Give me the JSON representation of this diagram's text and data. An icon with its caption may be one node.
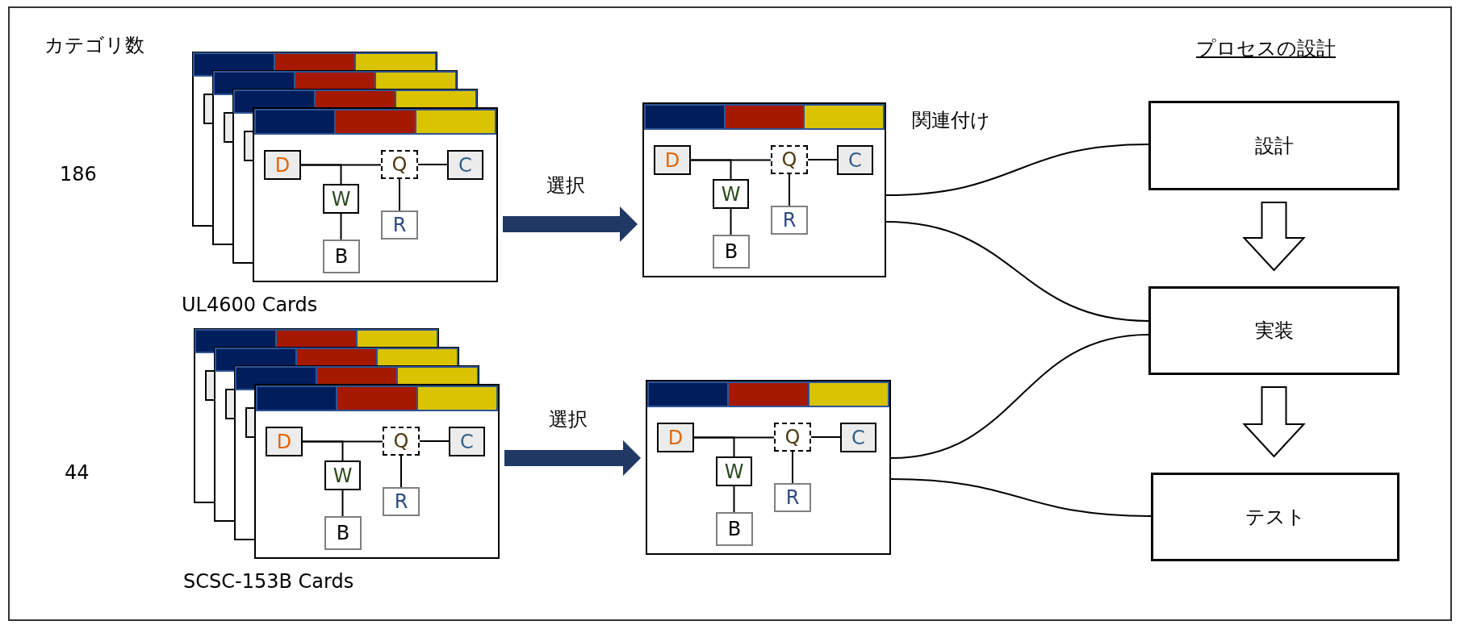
{
  "diagram": {
    "nodes": [
      {
        "text": [],
        "shape": "box",
        "beside": [
          "UL4600 Cards"
        ]
      },
      {
        "text": [
          "D"
        ],
        "in": 0
      },
      {
        "text": [
          "W"
        ],
        "in": 0
      },
      {
        "text": [
          "B"
        ],
        "in": 0
      },
      {
        "text": [
          "Q"
        ],
        "in": 0
      },
      {
        "text": [
          "C"
        ],
        "in": 0
      },
      {
        "text": [
          "R"
        ],
        "in": 0
      },
      {
        "text": [],
        "shape": "box",
        "beside": [
          "SCSC-153B Cards"
        ]
      },
      {
        "text": [
          "D"
        ],
        "in": 7
      },
      {
        "text": [
          "W"
        ],
        "in": 7
      },
      {
        "text": [
          "B"
        ],
        "in": 7
      },
      {
        "text": [
          "Q"
        ],
        "in": 7
      },
      {
        "text": [
          "C"
        ],
        "in": 7
      },
      {
        "text": [
          "R"
        ],
        "in": 7
      },
      {
        "text": [],
        "shape": "box"
      },
      {
        "text": [
          "D"
        ],
        "in": 14
      },
      {
        "text": [
          "W"
        ],
        "in": 14
      },
      {
        "text": [
          "B"
        ],
        "in": 14
      },
      {
        "text": [
          "Q"
        ],
        "in": 14
      },
      {
        "text": [
          "C"
        ],
        "in": 14
      },
      {
        "text": [
          "R"
        ],
        "in": 14
      },
      {
        "text": [],
        "shape": "box"
      },
      {
        "text": [
          "D"
        ],
        "in": 21
      },
      {
        "text": [
          "W"
        ],
        "in": 21
      },
      {
        "text": [
          "B"
        ],
        "in": 21
      },
      {
        "text": [
          "Q"
        ],
        "in": 21
      },
      {
        "text": [
          "C"
        ],
        "in": 21
      },
      {
        "text": [
          "R"
        ],
        "in": 21
      },
      {
        "text": [
          "設計"
        ]
      },
      {
        "text": [
          "実装"
        ]
      },
      {
        "text": [
          "テスト"
        ]
      }
    ],
    "edges": [
      {
        "from": 1,
        "to": 4,
        "arrow": "none"
      },
      {
        "from": 4,
        "to": 5,
        "arrow": "none"
      },
      {
        "from": 1,
        "to": 2,
        "arrow": "none"
      },
      {
        "from": 2,
        "to": 3,
        "arrow": "none"
      },
      {
        "from": 4,
        "to": 6,
        "arrow": "none"
      },
      {
        "from": 8,
        "to": 11,
        "arrow": "none"
      },
      {
        "from": 11,
        "to": 12,
        "arrow": "none"
      },
      {
        "from": 8,
        "to": 9,
        "arrow": "none"
      },
      {
        "from": 9,
        "to": 10,
        "arrow": "none"
      },
      {
        "from": 11,
        "to": 13,
        "arrow": "none"
      },
      {
        "from": 15,
        "to": 18,
        "arrow": "none"
      },
      {
        "from": 18,
        "to": 19,
        "arrow": "none"
      },
      {
        "from": 15,
        "to": 16,
        "arrow": "none"
      },
      {
        "from": 16,
        "to": 17,
        "arrow": "none"
      },
      {
        "from": 18,
        "to": 20,
        "arrow": "none"
      },
      {
        "from": 22,
        "to": 25,
        "arrow": "none"
      },
      {
        "from": 25,
        "to": 26,
        "arrow": "none"
      },
      {
        "from": 22,
        "to": 23,
        "arrow": "none"
      },
      {
        "from": 23,
        "to": 24,
        "arrow": "none"
      },
      {
        "from": 25,
        "to": 27,
        "arrow": "none"
      },
      {
        "from": 0,
        "to": 14,
        "arrow": "to",
        "label": "選択"
      },
      {
        "from": 7,
        "to": 21,
        "arrow": "to",
        "label": "選択"
      },
      {
        "from": 14,
        "to": 28,
        "arrow": "none"
      },
      {
        "from": 14,
        "to": 29,
        "arrow": "none"
      },
      {
        "from": 21,
        "to": 29,
        "arrow": "none"
      },
      {
        "from": 21,
        "to": 30,
        "arrow": "none"
      },
      {
        "from": 28,
        "to": 29,
        "arrow": "to"
      },
      {
        "from": 29,
        "to": 30,
        "arrow": "to"
      }
    ],
    "labels": [
      "カテゴリ数",
      "プロセスの設計",
      "関連付け",
      "186",
      "44"
    ]
  }
}
